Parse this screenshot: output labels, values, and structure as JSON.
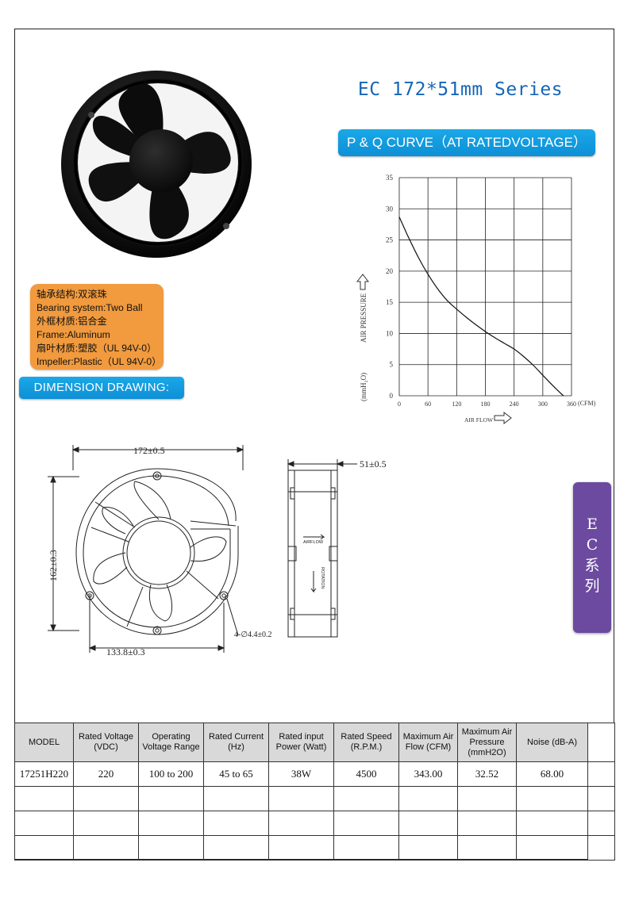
{
  "series_title": "EC 172*51mm Series",
  "pq_banner": "P & Q CURVE（AT RATEDVOLTAGE）",
  "specs": {
    "lines": [
      "轴承结构:双滚珠",
      "Bearing system:Two Ball",
      "外框材质:铝合金",
      "Frame:Aluminum",
      "扇叶材质:塑胶（UL 94V-0）",
      "Impeller:Plastic（UL 94V-0）"
    ]
  },
  "dimension_banner": "DIMENSION DRAWING:",
  "side_tab": {
    "line1": "E",
    "line2": "C",
    "line3": "系",
    "line4": "列"
  },
  "colors": {
    "brand_blue": "#1565b8",
    "banner_blue": "#0d8fd6",
    "spec_orange": "#f19a3e",
    "tab_purple": "#6b4aa0",
    "header_gray": "#d9d9d9"
  },
  "drawing": {
    "width_label": "172±0.5",
    "height_label": "162±0.3",
    "hole_spacing_label": "133.8±0.3",
    "hole_label": "4-∅4.4±0.2",
    "depth_label": "51±0.5",
    "airflow_label": "AIRFLOW",
    "rotation_label": "ROTATION"
  },
  "chart_data": {
    "type": "line",
    "title": "",
    "xlabel": "AIR FLOW",
    "ylabel": "AIR PRESSURE",
    "yunit": "(mmH₂O)",
    "xunit": "(CFM)",
    "xlim": [
      0,
      360
    ],
    "ylim": [
      0,
      35
    ],
    "xticks": [
      "0",
      "60",
      "120",
      "180",
      "240",
      "300",
      "360"
    ],
    "yticks": [
      "0",
      "5",
      "10",
      "15",
      "20",
      "25",
      "30",
      "35"
    ],
    "grid": true,
    "series": [
      {
        "x": [
          0,
          10,
          20,
          40,
          60,
          80,
          100,
          120,
          140,
          160,
          180,
          200,
          220,
          240,
          260,
          280,
          300,
          320,
          343
        ],
        "y": [
          28.7,
          27.0,
          25.3,
          22.2,
          19.5,
          17.2,
          15.3,
          13.9,
          12.6,
          11.4,
          10.3,
          9.3,
          8.4,
          7.5,
          6.3,
          4.9,
          3.3,
          1.7,
          0
        ]
      }
    ]
  },
  "table": {
    "headers": [
      "MODEL",
      "Rated Voltage (VDC)",
      "Operating Voltage Range",
      "Rated Current (Hz)",
      "Rated input Power (Watt)",
      "Rated Speed (R.P.M.)",
      "Maximum Air Flow (CFM)",
      "Maximum Air Pressure (mmH2O)",
      "Noise (dB-A)"
    ],
    "rows": [
      [
        "17251H220",
        "220",
        "100 to 200",
        "45 to 65",
        "38W",
        "4500",
        "343.00",
        "32.52",
        "68.00"
      ],
      [
        "",
        "",
        "",
        "",
        "",
        "",
        "",
        "",
        ""
      ],
      [
        "",
        "",
        "",
        "",
        "",
        "",
        "",
        "",
        ""
      ],
      [
        "",
        "",
        "",
        "",
        "",
        "",
        "",
        "",
        ""
      ]
    ]
  }
}
